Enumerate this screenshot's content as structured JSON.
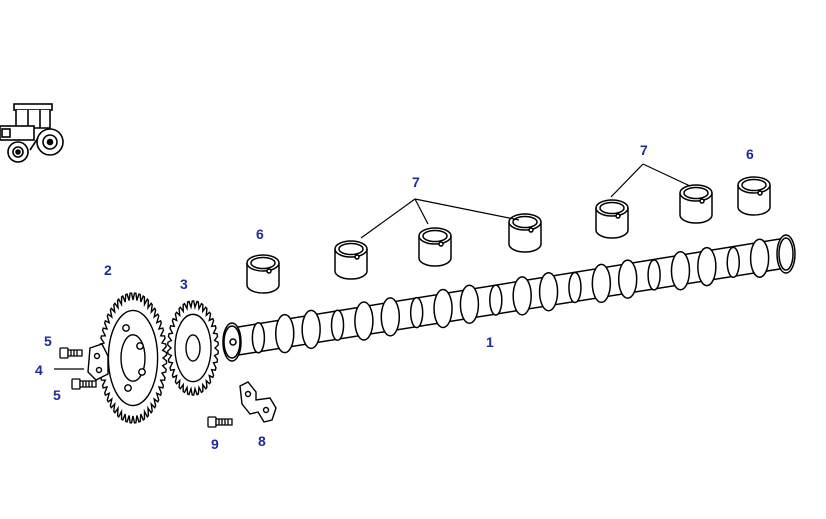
{
  "diagram": {
    "callouts": {
      "c1": "1",
      "c2": "2",
      "c3": "3",
      "c4": "4",
      "c5a": "5",
      "c5b": "5",
      "c6a": "6",
      "c6b": "6",
      "c7a": "7",
      "c7b": "7",
      "c8": "8",
      "c9": "9"
    },
    "icons": {
      "tractor": "tractor-icon"
    },
    "colors": {
      "callout_text": "#1f2a9a",
      "line_art": "#000000",
      "background": "#ffffff"
    }
  }
}
